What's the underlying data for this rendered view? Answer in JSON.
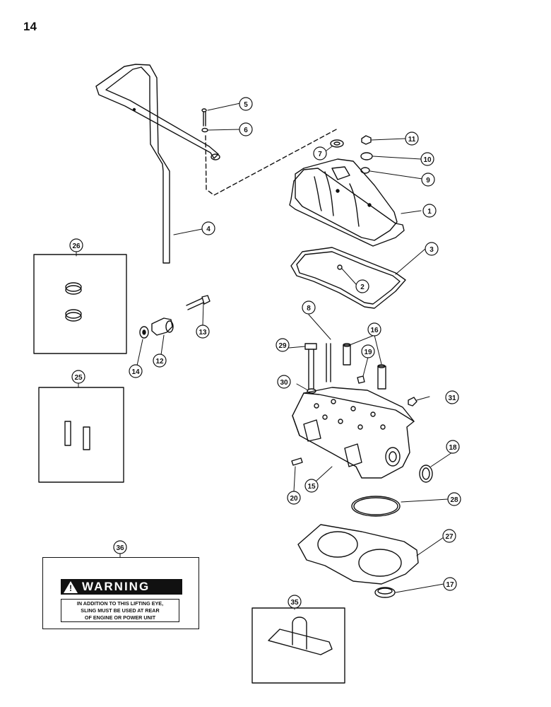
{
  "page_number": "14",
  "callouts": [
    {
      "id": "c1",
      "label": "1"
    },
    {
      "id": "c2",
      "label": "2"
    },
    {
      "id": "c3",
      "label": "3"
    },
    {
      "id": "c4",
      "label": "4"
    },
    {
      "id": "c5",
      "label": "5"
    },
    {
      "id": "c6",
      "label": "6"
    },
    {
      "id": "c7",
      "label": "7"
    },
    {
      "id": "c8",
      "label": "8"
    },
    {
      "id": "c9",
      "label": "9"
    },
    {
      "id": "c10",
      "label": "10"
    },
    {
      "id": "c11",
      "label": "11"
    },
    {
      "id": "c12",
      "label": "12"
    },
    {
      "id": "c13",
      "label": "13"
    },
    {
      "id": "c14",
      "label": "14"
    },
    {
      "id": "c15",
      "label": "15"
    },
    {
      "id": "c16",
      "label": "16"
    },
    {
      "id": "c17",
      "label": "17"
    },
    {
      "id": "c18",
      "label": "18"
    },
    {
      "id": "c19",
      "label": "19"
    },
    {
      "id": "c20",
      "label": "20"
    },
    {
      "id": "c25",
      "label": "25"
    },
    {
      "id": "c26",
      "label": "26"
    },
    {
      "id": "c27",
      "label": "27"
    },
    {
      "id": "c28",
      "label": "28"
    },
    {
      "id": "c29",
      "label": "29"
    },
    {
      "id": "c30",
      "label": "30"
    },
    {
      "id": "c31",
      "label": "31"
    },
    {
      "id": "c35",
      "label": "35"
    },
    {
      "id": "c36",
      "label": "36"
    }
  ],
  "warning_decal": {
    "icon_glyph": "!",
    "heading": "WARNING",
    "line1": "IN ADDITION TO THIS LIFTING EYE,",
    "line2": "SLING MUST BE USED AT REAR",
    "line3": "OF ENGINE OR POWER UNIT"
  }
}
